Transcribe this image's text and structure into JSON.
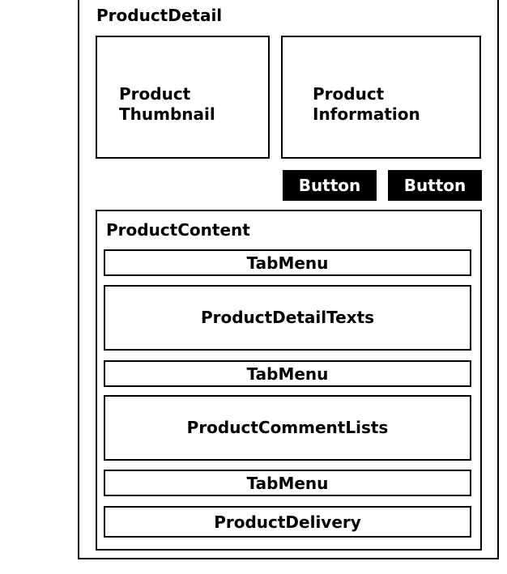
{
  "product_detail": {
    "title": "ProductDetail",
    "thumbnail": {
      "line1": "Product",
      "line2": "Thumbnail"
    },
    "information": {
      "line1": "Product",
      "line2": "Information"
    },
    "buttons": [
      "Button",
      "Button"
    ]
  },
  "product_content": {
    "title": "ProductContent",
    "sections": [
      "TabMenu",
      "ProductDetailTexts",
      "TabMenu",
      "ProductCommentLists",
      "TabMenu",
      "ProductDelivery"
    ]
  },
  "colors": {
    "border": "#000000",
    "button_bg": "#000000",
    "button_text": "#ffffff",
    "background": "#ffffff"
  }
}
